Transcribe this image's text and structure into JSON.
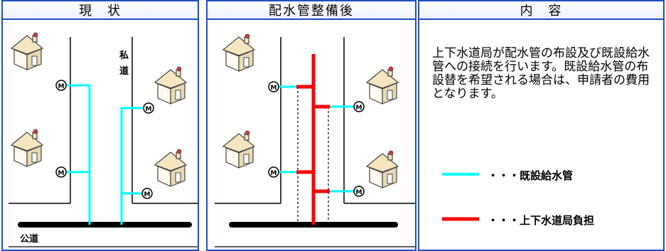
{
  "headers": {
    "current": "現　状",
    "after": "配水管整備後",
    "content": "内　容"
  },
  "labels": {
    "private_road": "私道",
    "public_road": "公道",
    "meter": "M"
  },
  "description": "上下水道局が配水管の布設及び既設給水管への接続を行います。既設給水管の布設替を希望される場合は、申請者の費用となります。",
  "legend": [
    {
      "text": "・・・既設給水管",
      "color": "#00ffff"
    },
    {
      "text": "・・・上下水道局負担",
      "color": "#ff0000"
    }
  ],
  "colors": {
    "border": "#1b4fc4",
    "existing_pipe": "#00ffff",
    "new_pipe": "#ff0000"
  }
}
